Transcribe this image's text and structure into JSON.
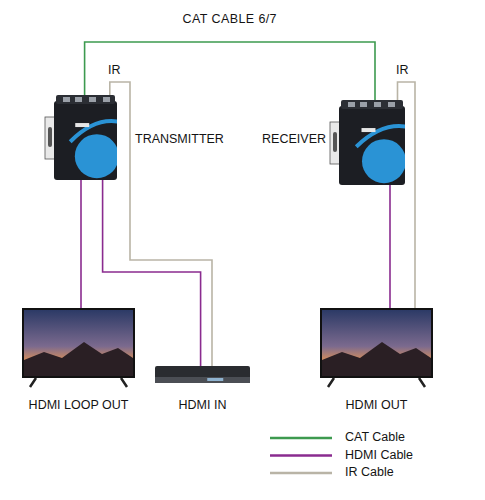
{
  "diagram": {
    "nodes": [
      {
        "text": [
          "TRANSMITTER"
        ]
      },
      {
        "text": [
          "RECEIVER"
        ]
      },
      {
        "text": [
          "HDMI LOOP OUT"
        ]
      },
      {
        "text": [
          "HDMI IN"
        ]
      },
      {
        "text": [
          "HDMI OUT"
        ]
      }
    ],
    "edges": [
      {
        "from": 0,
        "to": 1,
        "label": "CAT CABLE 6/7",
        "arrow": "none"
      },
      {
        "from": 0,
        "to": 2,
        "arrow": "none"
      },
      {
        "from": 0,
        "to": 3,
        "arrow": "none"
      },
      {
        "from": 0,
        "to": 3,
        "arrow": "none"
      },
      {
        "from": 1,
        "to": 4,
        "arrow": "none"
      },
      {
        "from": 1,
        "to": 4,
        "arrow": "none"
      }
    ],
    "labels": [
      "IR",
      "IR"
    ],
    "legend": [
      {
        "text": "CAT Cable"
      },
      {
        "text": "HDMI Cable"
      },
      {
        "text": "IR Cable"
      }
    ]
  }
}
